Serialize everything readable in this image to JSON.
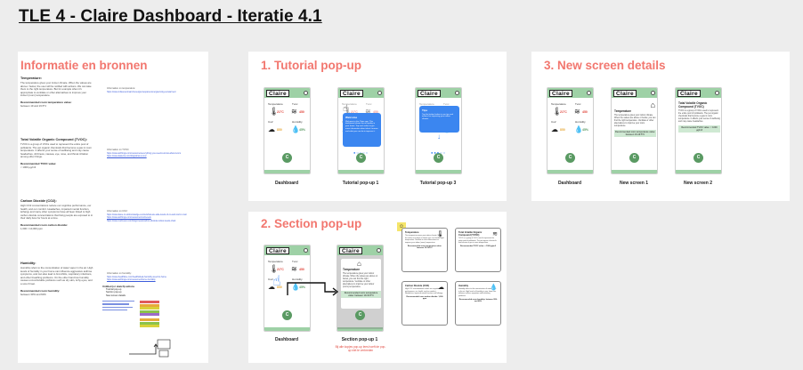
{
  "page_title": "TLE 4 - Claire Dashboard - Iteratie 4.1",
  "colors": {
    "accent": "#f2776f",
    "brand_green": "#9ed1a6",
    "button_green": "#5a9a63",
    "popup_blue": "#3b86f0",
    "link": "#3b5bdb"
  },
  "info": {
    "title": "Informatie en bronnen",
    "sections": [
      {
        "heading": "Temperature:",
        "text": "The temperature gives your indoor climate. When the values are above / below, the user will be notified with actions. We can take them to the right temperature. But for example when it's appropriate to ventilate or other alternatives to improve your indoor (room) temperature.",
        "rec_heading": "Recommended room temperature value:",
        "rec_value": "between 19 and 19.5°C",
        "sources": [
          {
            "label": "Information on temperature:",
            "links": [
              "https://www.milieucentraal.nl/energie-besparen/energiezuinig-verwarmen/"
            ]
          }
        ]
      },
      {
        "heading": "Total Volatile Organic Compound (TVOC):",
        "text": "TVOC is a group of VOCs used to represent the entire pool of pollutants. The pet organic chemicals that become a gas in room temperature. It affects your sense of wellbeing and may cause headaches, dizziness, nausea, eye, nose, and throat irritation among other things.",
        "rec_heading": "Recommended TVOC value:",
        "rec_value": "< 1000 µg/m3",
        "sources": [
          {
            "label": "Information on TVOC:",
            "links": [
              "https://www.airthings.com/resources/everything-you-need-to-know-about-tvocs",
              "https://www.kaiterra.com/blog/what-is-tvoc"
            ]
          }
        ]
      },
      {
        "heading": "Carbon Dioxide (CO2):",
        "text": "High CO2 concentrations reduce our cognitive performance, our health, and our comfort. Headaches, impaired mental function, lethargy and many other symptoms have all been linked to high carbon dioxide concentrations that living people are exposed to in their daily lives for hours at a time.",
        "rec_heading": "Recommended room carbon dioxide:",
        "rec_value": "1,000 = 10,000 ppm",
        "sources": [
          {
            "label": "Information on CO2:",
            "links": [
              "https://www.kane.co.uk/knowledge-centre/what-are-safe-levels-of-co-and-co2-in-rooms",
              "https://www.airthings.com/resources/co2-levels",
              "https://www.co2meter.com/blogs/news/carbon-dioxide-indoor-levels-chart"
            ]
          }
        ]
      },
      {
        "heading": "Humidity:",
        "text": "Humidity refers to the concentration of water vapor in the air. High levels of humidity in your home can influence aggressive asthma symptoms, and can also lead to bronchitis, respiratory infections, and other breathing problems. On the other hand low humidity causes uncomfortable problems such as dry skin, itchy eyes, and a sore throat.",
        "rec_heading": "Recommended room humidity:",
        "rec_value": "between 30% and 60%",
        "sources": [
          {
            "label": "Information on humidity:",
            "links": [
              "https://www.healthline.com/health/ideal-humidity-level-for-home",
              "https://www.airthings.com/resources/home-humidity"
            ]
          }
        ]
      }
    ],
    "legend": {
      "heading": "Untitled (or sketch) actions",
      "items": [
        "Tutorial pop-up",
        "Section pop-up",
        "New screen details"
      ]
    }
  },
  "tutorial": {
    "title": "1. Tutorial pop-up",
    "captions": [
      "Dashboard",
      "Tutorial pop-up 1",
      "Tutorial pop-up 3"
    ],
    "popup1": {
      "heading": "Welcome",
      "text": "Welcome to the Claire app. This dashboard shows the air quality in your home. Tap each value to get more information about what it means and what you can do to improve it."
    },
    "popup3": {
      "heading": "Tips",
      "text": "Tap the button below to see tips and actions for improving your indoor climate."
    }
  },
  "screens": {
    "title": "3. New screen details",
    "captions": [
      "Dashboard",
      "New screen 1",
      "New screen 2"
    ],
    "screen1": {
      "heading": "Temperature",
      "text": "The temperature gives your indoor climate. When the values are above or below, you can find the right temperature. Ventilate or other alternatives to improve your room temperature.",
      "rec": "Recommended room temperature value: between 19-19.5°C"
    },
    "screen2": {
      "heading": "Total Volatile Organic Compound (TVOC)",
      "text": "TVOC is a group of VOCs used to represent the entire pool of pollutants. The pet organic chemicals that become a gas in room temperature. It affects your sense of wellbeing and may cause headaches.",
      "rec": "Recommended TVOC value: < 1000 µg/m3"
    }
  },
  "section": {
    "title": "2. Section pop-up",
    "captions": [
      "Dashboard",
      "Section pop-up 1"
    ],
    "popup": {
      "heading": "Temperature",
      "text": "The temperature gives your indoor climate. When the values are above or below, you can find the right temperature. Ventilate or other alternatives to improve your indoor (room) temperature.",
      "rec": "Recommended room temperature value: between 19-19.5°C"
    },
    "note": "Bij alle kopjes pop-up lees hoeft de pop-up niet te verbreden",
    "cards": [
      {
        "heading": "Temperature",
        "text": "The temperature gives your indoor climate. When the values are above or below, you can find the right temperature. Ventilate or other alternatives to improve your indoor (room) temperature.",
        "rec": "Recommended room temperature value: between 19-19.5°C"
      },
      {
        "heading": "Total Volatile Organic Compound (TVOC)",
        "text": "TVOC is a group of VOCs used to represent the entire pool of pollutants. The pet organic chemicals that become a gas in room temperature.",
        "rec": "Recommended TVOC value: < 1000 µg/m3"
      },
      {
        "heading": "Carbon Dioxide (CO2)",
        "text": "High CO2 concentrations reduce our cognitive performance, our health, and our comfort. Headaches, impaired mental function and lethargy.",
        "rec": "Recommended room carbon dioxide: 1,000 ppm"
      },
      {
        "heading": "Humidity",
        "text": "Humidity refers to the concentration of water vapor in the air. High levels of humidity in your home can influence asthma symptoms and breathing problems.",
        "rec": "Recommended room humidity: between 30% and 60%"
      }
    ]
  },
  "phone": {
    "logo": "Claire",
    "labels": {
      "temperature": "Temperature",
      "tvoc": "Tvoc",
      "co2": "Co2",
      "humidity": "Humidity"
    },
    "values": {
      "temperature": "21°C",
      "tvoc": "450",
      "co2": "850",
      "humidity": "45%"
    },
    "button": "C"
  }
}
